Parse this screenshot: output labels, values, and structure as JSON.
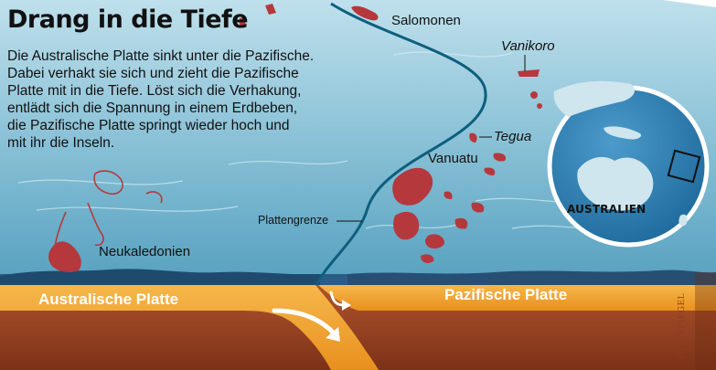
{
  "title": "Drang in die Tiefe",
  "description_lines": [
    "Die Australische Platte sinkt unter die Pazifische.",
    "Dabei verhakt sie sich und zieht die Pazifische",
    "Platte mit in die Tiefe. Löst sich die Verhakung,",
    "entlädt sich die Spannung in einem Erdbeben,",
    "die Pazifische Platte springt wieder hoch und",
    "mit ihr die Inseln."
  ],
  "labels": {
    "salomonen": "Salomonen",
    "vanikoro": "Vanikoro",
    "tegua": "Tegua",
    "vanuatu": "Vanuatu",
    "plattengrenze": "Plattengrenze",
    "neukaledonien": "Neukaledonien",
    "australische_platte": "Australische Platte",
    "pazifische_platte": "Pazifische Platte",
    "globe_label": "AUSTRALIEN"
  },
  "credit": "DER SPIEGEL",
  "colors": {
    "ocean": "#6fb0cb",
    "ocean_light": "#a9d3e3",
    "boundary": "#0d5f7e",
    "island": "#b5383d",
    "plate_orange": "#f0a22e",
    "mantle": "#a84d2a",
    "mantle_dark": "#7d3419",
    "globe_ocean": "#2d7fb3",
    "globe_land": "#cfe6ef"
  }
}
